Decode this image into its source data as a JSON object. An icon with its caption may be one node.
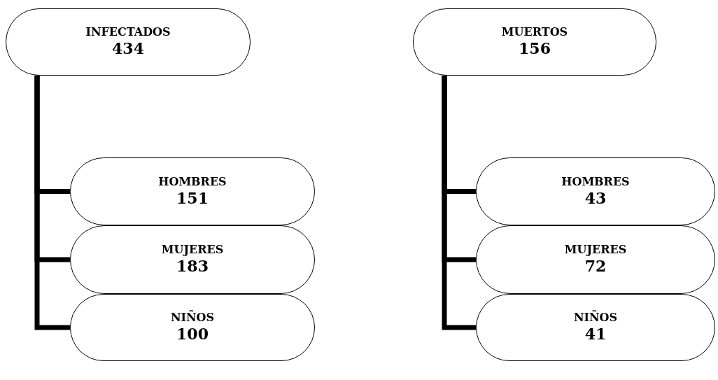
{
  "diagram": {
    "nodes": [
      {
        "text": [
          "INFECTADOS",
          "434"
        ]
      },
      {
        "text": [
          "HOMBRES",
          "151"
        ]
      },
      {
        "text": [
          "MUJERES",
          "183"
        ]
      },
      {
        "text": [
          "NIÑOS",
          "100"
        ]
      },
      {
        "text": [
          "MUERTOS",
          "156"
        ]
      },
      {
        "text": [
          "HOMBRES",
          "43"
        ]
      },
      {
        "text": [
          "MUJERES",
          "72"
        ]
      },
      {
        "text": [
          "NIÑOS",
          "41"
        ]
      }
    ],
    "edges": [
      {
        "from": 0,
        "to": 1,
        "arrow": "none"
      },
      {
        "from": 0,
        "to": 2,
        "arrow": "none"
      },
      {
        "from": 0,
        "to": 3,
        "arrow": "none"
      },
      {
        "from": 4,
        "to": 5,
        "arrow": "none"
      },
      {
        "from": 4,
        "to": 6,
        "arrow": "none"
      },
      {
        "from": 4,
        "to": 7,
        "arrow": "none"
      }
    ]
  }
}
